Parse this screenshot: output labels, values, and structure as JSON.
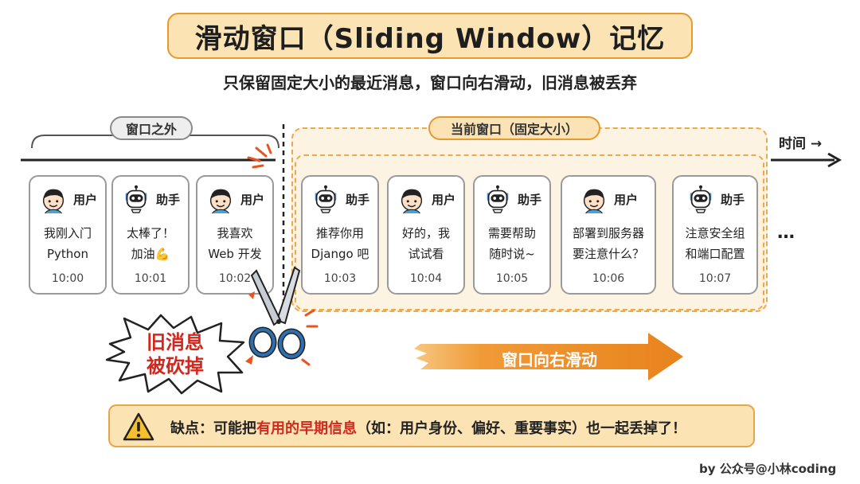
{
  "title": "滑动窗口（Sliding Window）记忆",
  "subtitle": "只保留固定大小的最近消息，窗口向右滑动，旧消息被丢弃",
  "labels": {
    "outside": "窗口之外",
    "current": "当前窗口（固定大小）",
    "time": "时间 →",
    "more": "…"
  },
  "cards": [
    {
      "role": "用户",
      "text": "我刚入门\nPython",
      "time": "10:00",
      "kind": "user",
      "zone": "outside"
    },
    {
      "role": "助手",
      "text": "太棒了！\n加油💪",
      "time": "10:01",
      "kind": "bot",
      "zone": "outside"
    },
    {
      "role": "用户",
      "text": "我喜欢\nWeb 开发",
      "time": "10:02",
      "kind": "user",
      "zone": "outside"
    },
    {
      "role": "助手",
      "text": "推荐你用\nDjango 吧",
      "time": "10:03",
      "kind": "bot",
      "zone": "window"
    },
    {
      "role": "用户",
      "text": "好的，我\n试试看",
      "time": "10:04",
      "kind": "user",
      "zone": "window"
    },
    {
      "role": "助手",
      "text": "需要帮助\n随时说~",
      "time": "10:05",
      "kind": "bot",
      "zone": "window"
    },
    {
      "role": "用户",
      "text": "部署到服务器\n要注意什么？",
      "time": "10:06",
      "kind": "user",
      "zone": "window"
    },
    {
      "role": "助手",
      "text": "注意安全组\n和端口配置",
      "time": "10:07",
      "kind": "bot",
      "zone": "window"
    }
  ],
  "discard_label": "旧消息\n被砍掉",
  "slide_label": "窗口向右滑动",
  "warning": {
    "prefix": "缺点：可能把",
    "highlight": "有用的早期信息",
    "suffix": "（如：用户身份、偏好、重要事实）也一起丢掉了！"
  },
  "byline": "by 公众号@小林coding",
  "colors": {
    "accent": "#e69a2e",
    "title_bg": "#fbe3b3",
    "highlight_red": "#cf2a1f",
    "window_bg": "#fdf3e3"
  },
  "icons": {
    "user": "user-avatar-icon",
    "bot": "robot-icon",
    "scissors": "scissors-icon",
    "warning": "warning-icon"
  }
}
